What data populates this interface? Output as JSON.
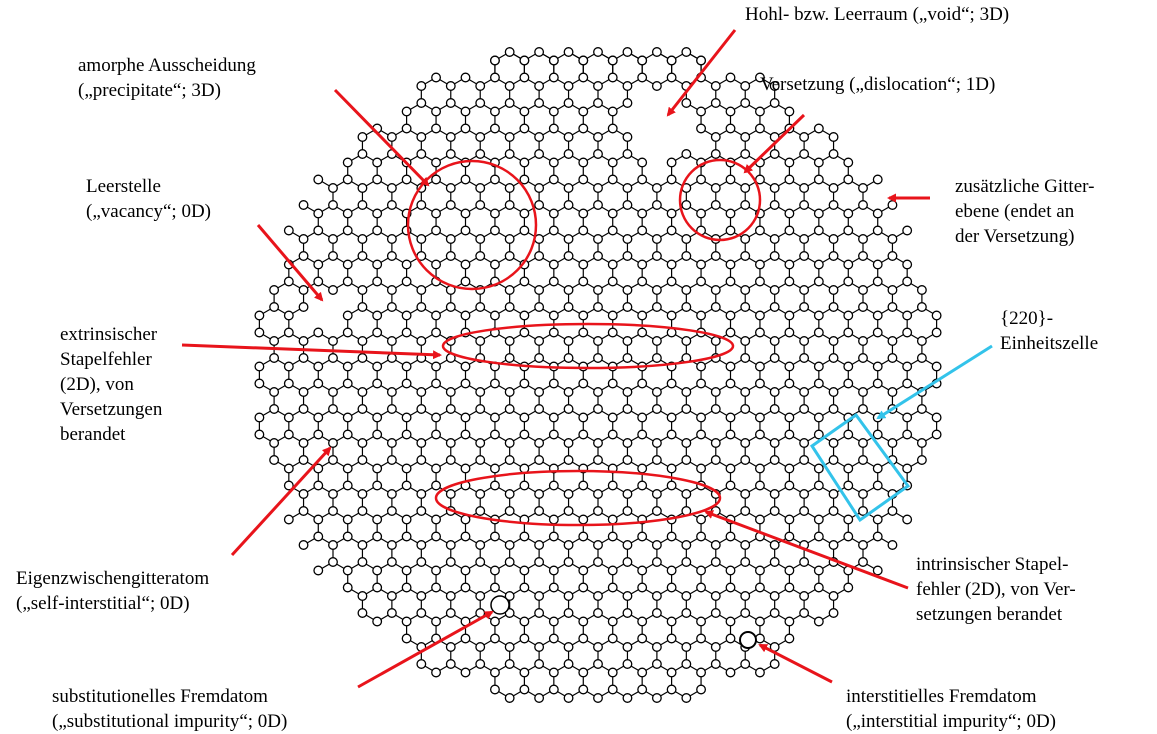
{
  "labels": {
    "void": [
      "Hohl- bzw. Leerraum („void“; 3D)"
    ],
    "precipitate": [
      "amorphe Ausscheidung",
      "(„precipitate“; 3D)"
    ],
    "dislocation": [
      "Versetzung („dislocation“; 1D)"
    ],
    "vacancy": [
      "Leerstelle",
      "(„vacancy“; 0D)"
    ],
    "extra_plane": [
      "zusätzliche Gitter-",
      "ebene (endet an",
      "der Versetzung)"
    ],
    "unit_cell": [
      "{220}-",
      "Einheitszelle"
    ],
    "extrinsic": [
      "extrinsischer",
      "Stapelfehler",
      "(2D), von",
      "Versetzungen",
      "berandet"
    ],
    "self_interstitial": [
      "Eigenzwischengitteratom",
      "(„self-interstitial“; 0D)"
    ],
    "intrinsic": [
      "intrinsischer Stapel-",
      "fehler (2D), von Ver-",
      "setzungen berandet"
    ],
    "substitutional": [
      "substitutionelles Fremdatom",
      "(„substitutional impurity“; 0D)"
    ],
    "interstitial": [
      "interstitielles Fremdatom",
      "(„interstitial impurity“; 0D)"
    ]
  },
  "colors": {
    "arrow": "#e8141b",
    "unit_cell": "#33c3ea",
    "atom": "#000000"
  }
}
